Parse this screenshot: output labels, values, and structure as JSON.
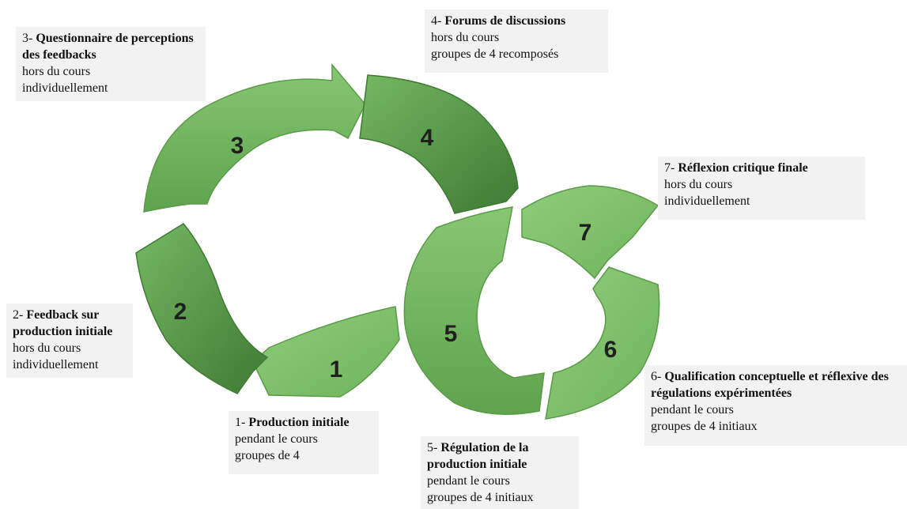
{
  "colors": {
    "segment_light": "#82c36e",
    "segment_mid": "#6db25b",
    "segment_dark": "#4f8e3e",
    "segment_edge": "#3f7a33",
    "label_background": "#f2f2f2"
  },
  "segments": [
    {
      "number": "1"
    },
    {
      "number": "2"
    },
    {
      "number": "3"
    },
    {
      "number": "4"
    },
    {
      "number": "5"
    },
    {
      "number": "6"
    },
    {
      "number": "7"
    }
  ],
  "labels": [
    {
      "number": "1-",
      "title": "Production initiale",
      "lines": [
        "pendant le cours",
        "groupes de 4"
      ]
    },
    {
      "number": "2-",
      "title": "Feedback sur production initiale",
      "lines": [
        "hors du cours",
        "individuellement"
      ]
    },
    {
      "number": "3-",
      "title": "Questionnaire de perceptions des feedbacks",
      "lines": [
        "hors du cours",
        "individuellement"
      ]
    },
    {
      "number": "4-",
      "title": "Forums de discussions",
      "lines": [
        "hors du cours",
        "groupes de 4 recomposés"
      ]
    },
    {
      "number": "5-",
      "title": "Régulation de la production initiale",
      "lines": [
        "pendant le cours",
        "groupes de 4 initiaux"
      ]
    },
    {
      "number": "6-",
      "title": "Qualification conceptuelle et réflexive des régulations expérimentées",
      "lines": [
        "pendant le cours",
        "groupes de 4 initiaux"
      ]
    },
    {
      "number": "7-",
      "title": "Réflexion critique finale",
      "lines": [
        "hors du cours",
        "individuellement"
      ]
    }
  ]
}
